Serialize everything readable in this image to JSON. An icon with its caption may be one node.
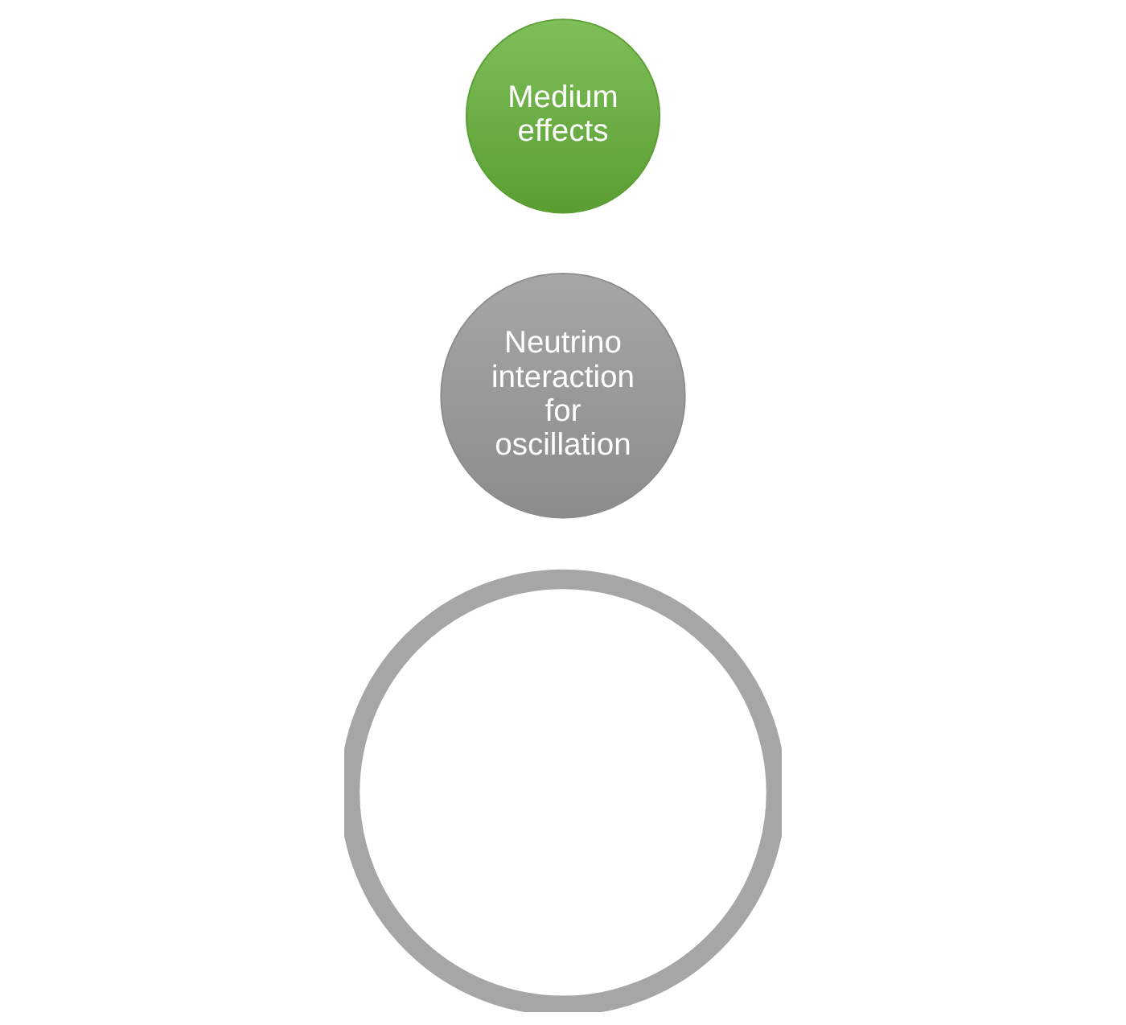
{
  "diagram": {
    "nodes": [
      {
        "text": [],
        "shape": "circle"
      },
      {
        "text": [
          "Neutrino interaction for oscillation"
        ]
      },
      {
        "text": [
          "Medium effects"
        ]
      }
    ]
  }
}
